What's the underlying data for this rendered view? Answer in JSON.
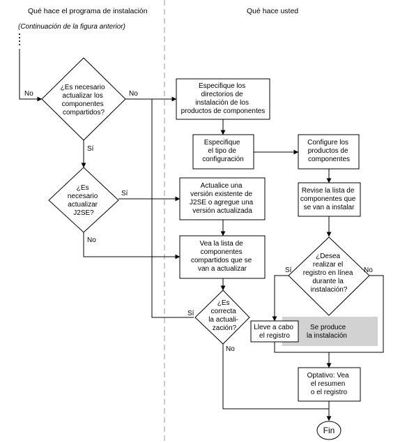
{
  "headers": {
    "left": "Qué hace el programa de instalación",
    "right": "Qué hace usted"
  },
  "continuation": "(Continuación de la figura anterior)",
  "decisions": {
    "d1": [
      "¿Es necesario",
      "actualizar los",
      "componentes",
      "compartidos?"
    ],
    "d2": [
      "¿Es",
      "necesario",
      "actualizar",
      "J2SE?"
    ],
    "d3": [
      "¿Es",
      "correcta",
      "la actuali-",
      "zación?"
    ],
    "d4": [
      "¿Desea",
      "realizar el",
      "registro en línea",
      "durante la",
      "instalación?"
    ]
  },
  "processes": {
    "p1": [
      "Especifique los",
      "directorios de",
      "instalación de los",
      "productos de componentes"
    ],
    "p2": [
      "Especifique",
      "el tipo de",
      "configuración"
    ],
    "p3": [
      "Configure los",
      "productos de",
      "componentes"
    ],
    "p4": [
      "Actualice una",
      "versión existente de",
      "J2SE o agregue una",
      "versión actualizada"
    ],
    "p5": [
      "Revise la lista de",
      "componentes que",
      "se van a instalar"
    ],
    "p6": [
      "Vea la lista de",
      "componentes",
      "compartidos que se",
      "van a actualizar"
    ],
    "p7": [
      "Lleve a cabo",
      "el registro"
    ],
    "p8": [
      "Optativo: Vea",
      "el resumen",
      "o el registro"
    ]
  },
  "system_step": [
    "Se produce",
    "la instalación"
  ],
  "labels": {
    "no": "No",
    "yes": "Sí"
  },
  "terminal": "Fin",
  "colors": {
    "line": "#000000",
    "divider": "#a8a8a8",
    "system_fill": "#d2d2d2",
    "system_box": "#aaaaaa"
  }
}
